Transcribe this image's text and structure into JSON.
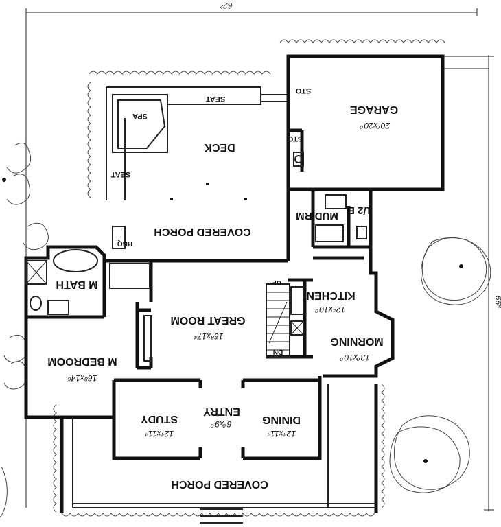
{
  "plan": {
    "width_dimension": "62²",
    "depth_dimension": "66⁸",
    "rooms": {
      "garage": {
        "name": "GARAGE",
        "size": "20⁰x20⁰"
      },
      "deck": {
        "name": "DECK"
      },
      "spa": {
        "name": "SPA"
      },
      "seat_top": {
        "name": "SEAT"
      },
      "seat_left": {
        "name": "SEAT"
      },
      "sto_1": {
        "name": "STO"
      },
      "sto_2": {
        "name": "STO"
      },
      "covered_porch_rear": {
        "name": "COVERED PORCH"
      },
      "bbq": {
        "name": "BBQ"
      },
      "mud_rm": {
        "name": "MUD RM"
      },
      "half_bath": {
        "name": "1/2 B"
      },
      "m_bath": {
        "name": "M BATH"
      },
      "great_room": {
        "name": "GREAT ROOM",
        "size": "16⁸x17⁴"
      },
      "kitchen": {
        "name": "KITCHEN",
        "size": "12⁴x10⁰"
      },
      "morning": {
        "name": "MORNING",
        "size": "13⁰x10⁰"
      },
      "m_bedroom": {
        "name": "M BEDROOM",
        "size": "16⁸x14⁶"
      },
      "entry": {
        "name": "ENTRY",
        "size": "6⁰x9⁰"
      },
      "study": {
        "name": "STUDY",
        "size": "12⁴x11⁴"
      },
      "dining": {
        "name": "DINING",
        "size": "12⁴x11⁴"
      },
      "covered_porch_front": {
        "name": "COVERED PORCH"
      }
    },
    "stairs": {
      "up": "UP",
      "down": "DN"
    }
  }
}
